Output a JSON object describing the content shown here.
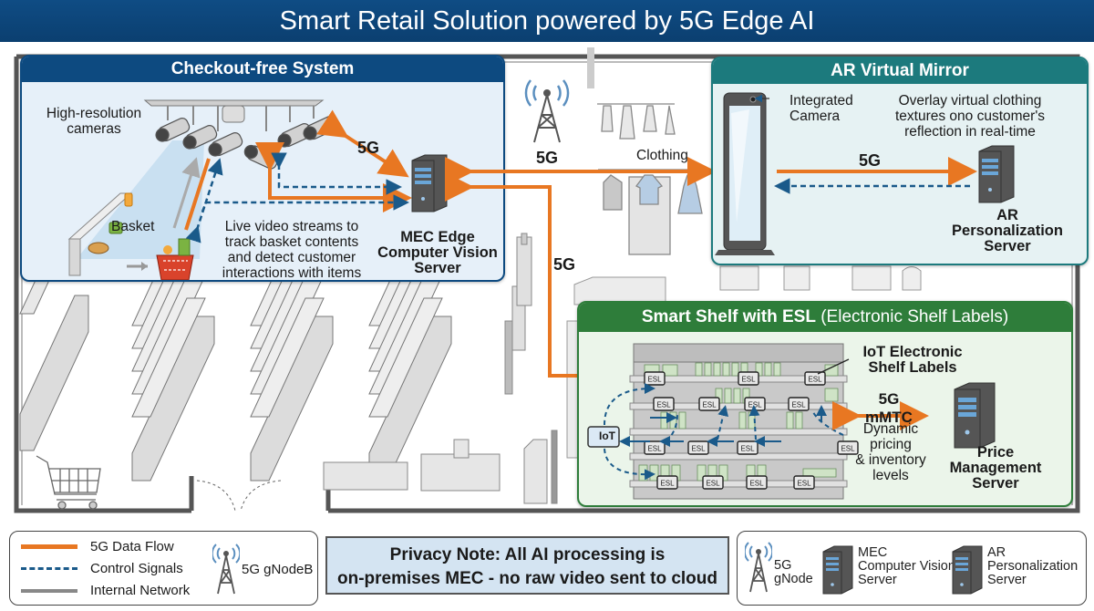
{
  "title": "Smart Retail Solution powered by 5G Edge AI",
  "colors": {
    "title_bg": "#0b3f70",
    "checkout_accent": "#0d4a80",
    "ar_accent": "#1c7a7d",
    "shelf_accent": "#2e7d3a",
    "data_flow": "#e87722",
    "control_signal": "#1a5a8a",
    "internal_network": "#888888"
  },
  "checkout": {
    "title": "Checkout-free System",
    "cameras_label_1": "High-resolution",
    "cameras_label_2": "cameras",
    "basket_label": "Basket",
    "link_label": "5G",
    "description": [
      "Live video streams to",
      "track basket contents",
      "and detect customer",
      "interactions with items"
    ],
    "server_label": [
      "MEC Edge",
      "Computer Vision",
      "Server"
    ]
  },
  "store": {
    "gnodeb_label": "5G",
    "clothing_label": "Clothing",
    "vertical_link_label": "5G"
  },
  "ar_mirror": {
    "title": "AR Virtual Mirror",
    "camera_label": [
      "Integrated",
      "Camera"
    ],
    "description": [
      "Overlay virtual clothing",
      "textures ono customer's",
      "reflection in real-time"
    ],
    "link_label": "5G",
    "server_label": [
      "AR",
      "Personalization",
      "Server"
    ]
  },
  "smart_shelf": {
    "title_bold": "Smart Shelf with ESL",
    "title_rest": " (Electronic Shelf Labels)",
    "esl_tag": "ESL",
    "iot_tag": "IoT",
    "esl_label": [
      "IoT Electronic",
      "Shelf Labels"
    ],
    "link_label": "5G mMTC",
    "description": [
      "Dynamic pricing",
      "& inventory",
      "levels"
    ],
    "server_label": [
      "Price",
      "Management",
      "Server"
    ]
  },
  "legend": {
    "items": [
      {
        "label": "5G Data Flow",
        "style": "solid-orange"
      },
      {
        "label": "Control Signals",
        "style": "dashed-blue"
      },
      {
        "label": "Internal Network",
        "style": "solid-gray"
      }
    ],
    "gnodeb_label": "5G gNodeB"
  },
  "privacy_note": {
    "line1": "Privacy Note: All AI processing is",
    "line2": "on-premises MEC - no raw video sent to cloud"
  },
  "key": {
    "gnode": [
      "5G",
      "gNode"
    ],
    "mec": [
      "MEC",
      "Computer Vision",
      "Server"
    ],
    "ar": [
      "AR",
      "Personalization",
      "Server"
    ]
  }
}
